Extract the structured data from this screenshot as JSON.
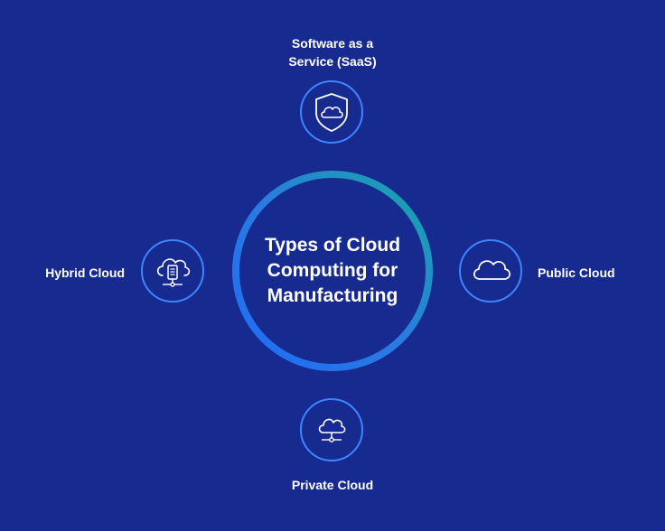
{
  "diagram": {
    "center_title": "Types of Cloud\nComputing for\nManufacturing",
    "nodes": {
      "top": {
        "label": "Software as a\nService (SaaS)",
        "icon": "shield-cloud-icon"
      },
      "left": {
        "label": "Hybrid Cloud",
        "icon": "cloud-device-network-icon"
      },
      "right": {
        "label": "Public Cloud",
        "icon": "cloud-icon"
      },
      "bottom": {
        "label": "Private Cloud",
        "icon": "cloud-network-icon"
      }
    }
  },
  "colors": {
    "background": "#172a8f",
    "ring_gradient_start": "#1f6cf5",
    "ring_gradient_end": "#15a8a6",
    "icon_ring": "#3e86ff",
    "text": "#ffffff"
  }
}
